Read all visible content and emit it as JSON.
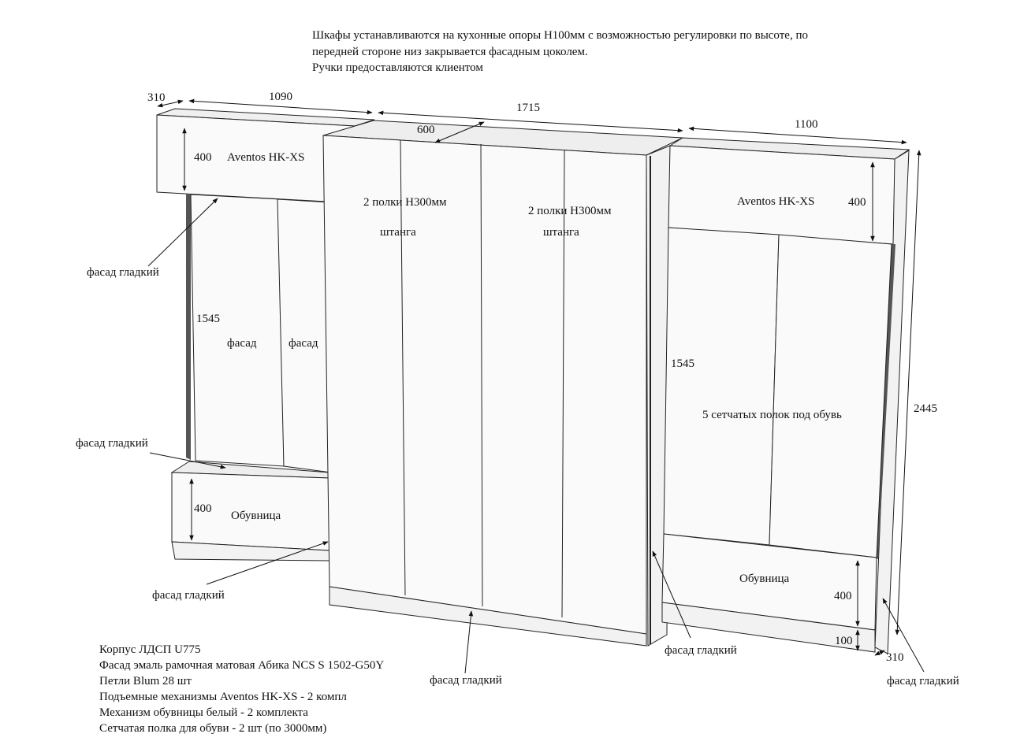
{
  "notes": [
    "Шкафы устанавливаются на кухонные опоры Н100мм с возможностью регулировки по высоте, по",
    "передней стороне низ закрывается фасадным цоколем.",
    "Ручки предоставляются клиентом"
  ],
  "dimensions": {
    "d310_top": "310",
    "d1090": "1090",
    "d1715": "1715",
    "d600": "600",
    "d1100": "1100",
    "d400_left": "400",
    "d400_right_top": "400",
    "d1545_left": "1545",
    "d1545_right": "1545",
    "d400_shoe_left": "400",
    "d400_shoe_right": "400",
    "d100": "100",
    "d310_bottom": "310",
    "d2445": "2445"
  },
  "labels": {
    "aventos_left": "Aventos HK-XS",
    "aventos_right": "Aventos HK-XS",
    "shelves_1": "2 полки Н300мм",
    "rod_1": "штанга",
    "shelves_2": "2 полки Н300мм",
    "rod_2": "штанга",
    "facade_1": "фасад",
    "facade_2": "фасад",
    "shoe_rack_left": "Обувница",
    "shoe_rack_right": "Обувница",
    "shoe_shelves": "5 сетчатых полок под обувь"
  },
  "callouts": {
    "smooth_1": "фасад гладкий",
    "smooth_2": "фасад гладкий",
    "smooth_3": "фасад гладкий",
    "smooth_4": "фасад гладкий",
    "smooth_5": "фасад гладкий",
    "smooth_6": "фасад гладкий"
  },
  "specs": [
    "Корпус ЛДСП U775",
    "Фасад эмаль рамочная матовая Абика NCS S 1502-G50Y",
    "Петли Blum 28 шт",
    "Подъемные механизмы Aventos HK-XS - 2 компл",
    "Механизм обувницы белый - 2 комплекта",
    "Сетчатая полка для обуви - 2 шт (по 3000мм)"
  ]
}
